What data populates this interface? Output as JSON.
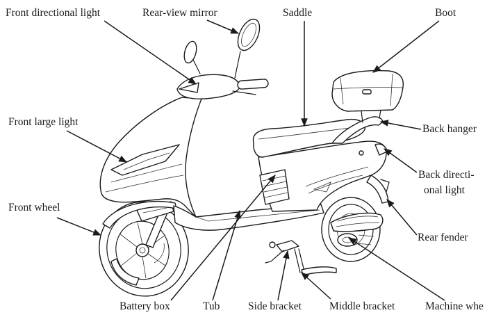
{
  "labels": {
    "front_directional_light": "Front directional light",
    "rear_view_mirror": "Rear-view mirror",
    "saddle": "Saddle",
    "boot": "Boot",
    "back_hanger": "Back hanger",
    "front_large_light": "Front large light",
    "back_directional_light_line1": "Back directi-",
    "back_directional_light_line2": "onal light",
    "front_wheel": "Front wheel",
    "rear_fender": "Rear fender",
    "battery_box": "Battery box",
    "tub": "Tub",
    "side_bracket": "Side bracket",
    "middle_bracket": "Middle bracket",
    "machine_wheel": "Machine whe"
  },
  "colors": {
    "ink": "#1a1a1a",
    "background": "#ffffff"
  }
}
